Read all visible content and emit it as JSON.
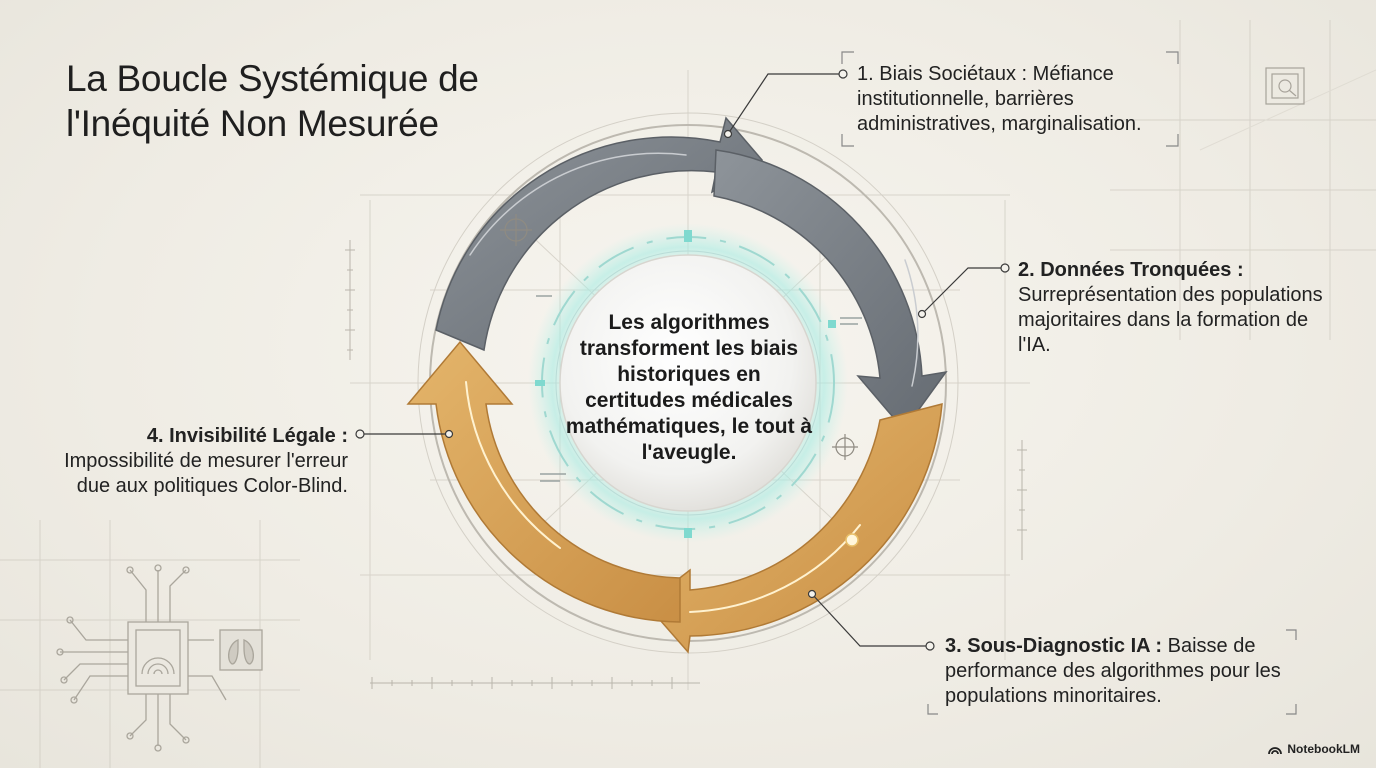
{
  "title": "La Boucle Systémique de l'Inéquité Non Mesurée",
  "center_text": "Les algorithmes transforment les biais historiques en certitudes médicales mathématiques, le tout à l'aveugle.",
  "steps": [
    {
      "heading": "1. Biais Sociétaux :",
      "body": "Méfiance institutionnelle, barrières administratives, marginalisation."
    },
    {
      "heading": "2. Données Tronquées :",
      "body": "Surreprésentation des populations majoritaires dans la formation de l'IA."
    },
    {
      "heading": "3. Sous-Diagnostic IA :",
      "body": "Baisse de performance des algorithmes pour les populations minoritaires."
    },
    {
      "heading": "4. Invisibilité Légale :",
      "body": "Impossibilité de mesurer l'erreur due aux politiques Color-Blind."
    }
  ],
  "brand": "NotebookLM",
  "colors": {
    "grey_arrow": "#7b8188",
    "gold_arrow": "#d7a35a",
    "accent_teal": "#7fd9cf"
  },
  "icons": [
    "chip-icon",
    "lungs-xray-icon",
    "scan-icon",
    "crosshair-icon",
    "brand-icon"
  ]
}
